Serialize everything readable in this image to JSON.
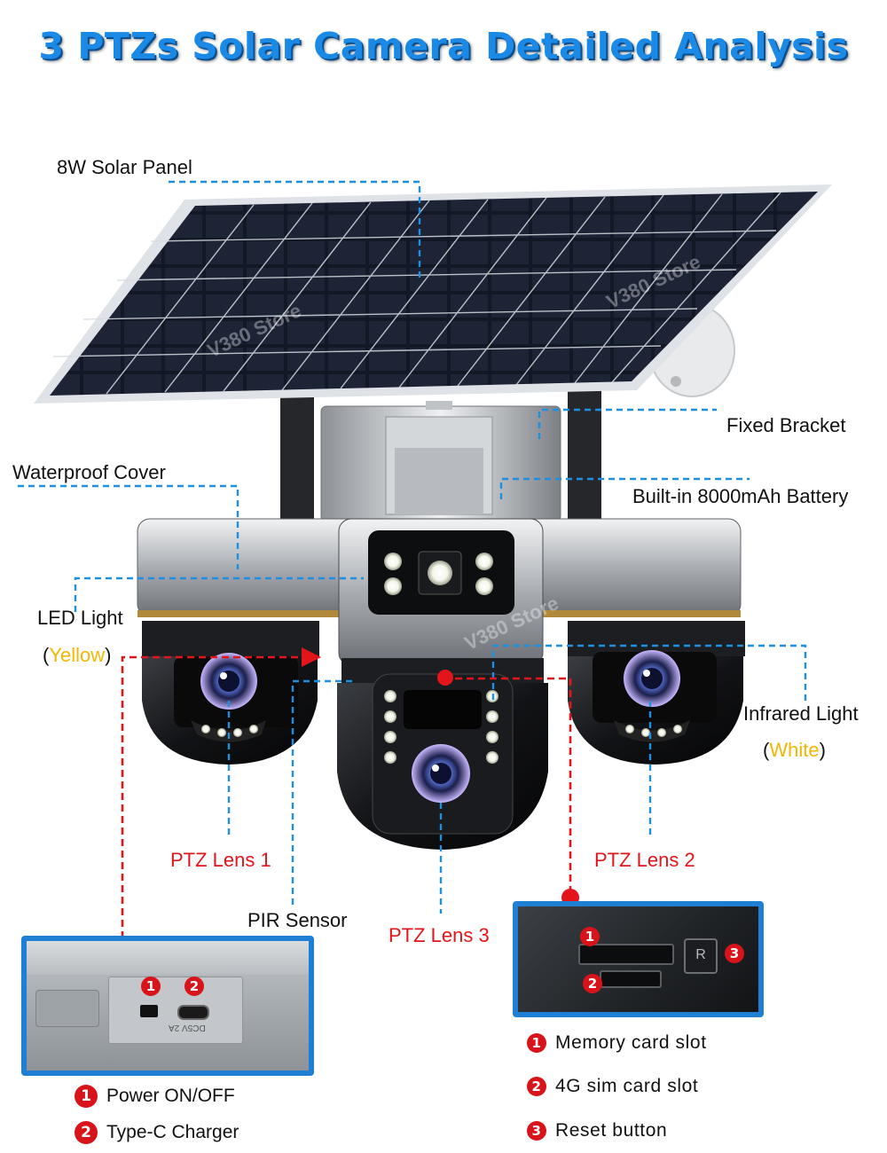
{
  "title": "3 PTZs Solar Camera Detailed Analysis",
  "labels": {
    "solar_panel": "8W Solar Panel",
    "fixed_bracket": "Fixed Bracket",
    "waterproof_cover": "Waterproof Cover",
    "battery": "Built-in 8000mAh Battery",
    "led_light": "LED Light",
    "led_color": "Yellow",
    "infrared_light": "Infrared Light",
    "infrared_color": "White",
    "ptz_lens_1": "PTZ Lens 1",
    "ptz_lens_2": "PTZ Lens 2",
    "ptz_lens_3": "PTZ Lens 3",
    "pir_sensor": "PIR Sensor"
  },
  "watermark": "V380 Store",
  "left_box": {
    "items": [
      {
        "num": "1",
        "label": "Power ON/OFF"
      },
      {
        "num": "2",
        "label": "Type-C Charger"
      }
    ],
    "port_text": "DC5V 2A"
  },
  "right_box": {
    "slot_letter": "R",
    "items": [
      {
        "num": "1",
        "label": "Memory card slot"
      },
      {
        "num": "2",
        "label": "4G sim card slot"
      },
      {
        "num": "3",
        "label": "Reset button"
      }
    ]
  },
  "colors": {
    "title": "#1a8ae6",
    "leader_blue": "#1f8fe0",
    "leader_red": "#e3151b",
    "highlight": "#f2b705",
    "box_border": "#1f7fd3"
  }
}
